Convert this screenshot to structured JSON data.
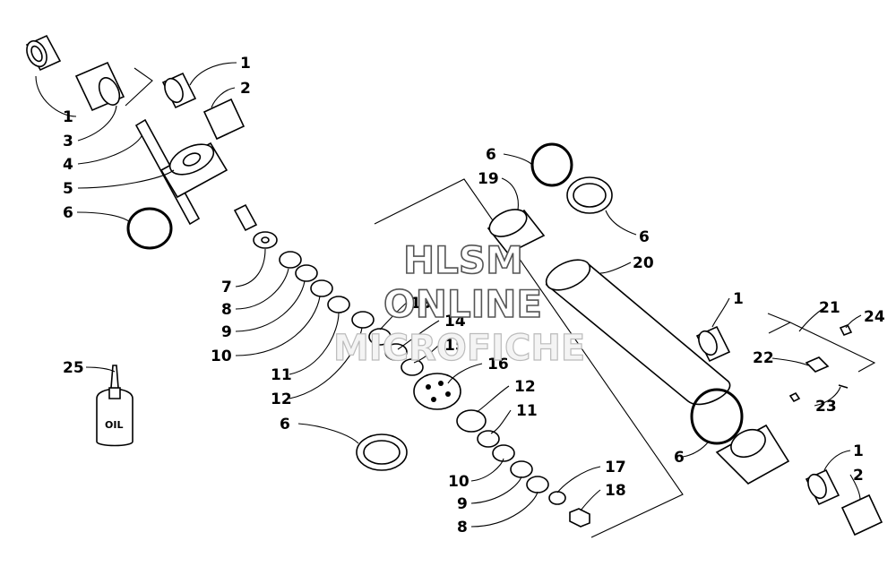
{
  "labels": {
    "l1a": "1",
    "l2a": "2",
    "l1b": "1",
    "l3": "3",
    "l4": "4",
    "l5": "5",
    "l6a": "6",
    "l7": "7",
    "l8a": "8",
    "l9a": "9",
    "l10a": "10",
    "l11a": "11",
    "l12a": "12",
    "l13": "13",
    "l14": "14",
    "l15": "15",
    "l16": "16",
    "l6b": "6",
    "l12b": "12",
    "l11b": "11",
    "l10b": "10",
    "l9b": "9",
    "l8b": "8",
    "l17": "17",
    "l18": "18",
    "l6c": "6",
    "l19": "19",
    "l6d": "6",
    "l20": "20",
    "l1c": "1",
    "l21": "21",
    "l24": "24",
    "l22": "22",
    "l23": "23",
    "l6e": "6",
    "l1d": "1",
    "l2b": "2",
    "l25": "25"
  },
  "oil_bottle_text": "OIL",
  "watermark": {
    "line1": "HLSM",
    "line2": "ONLINE",
    "line3": "MICROFICHE"
  }
}
